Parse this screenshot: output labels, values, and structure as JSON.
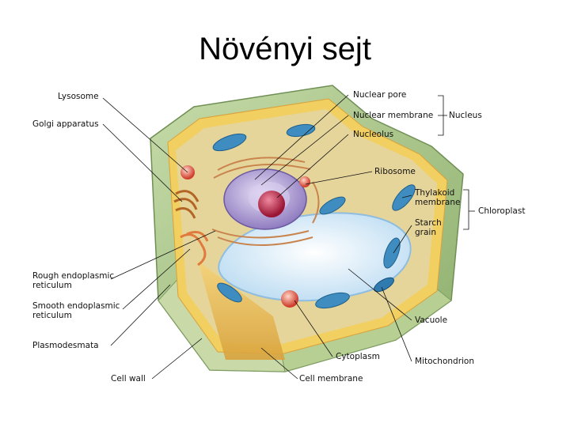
{
  "title": "Növényi sejt",
  "labels": {
    "lysosome": "Lysosome",
    "golgi": "Golgi apparatus",
    "rough_er": "Rough endoplasmic reticulum",
    "smooth_er": "Smooth endoplasmic reticulum",
    "plasmodesmata": "Plasmodesmata",
    "cell_wall": "Cell wall",
    "nuclear_pore": "Nuclear pore",
    "nuclear_membrane": "Nuclear membrane",
    "nucleolus": "Nucleolus",
    "nucleus": "Nucleus",
    "ribosome": "Ribosome",
    "thylakoid": "Thylakoid membrane",
    "starch": "Starch grain",
    "chloroplast": "Chloroplast",
    "vacuole": "Vacuole",
    "cytoplasm": "Cytoplasm",
    "mitochondrion": "Mitochondrion",
    "cell_membrane": "Cell membrane"
  },
  "colors": {
    "wall_outer": "#a9c58a",
    "wall_dark": "#7f9e63",
    "membrane_yellow": "#f2c84b",
    "cytoplasm": "#e7d79a",
    "vacuole": "#cfe6f6",
    "vacuole_edge": "#8fbde0",
    "nucleus": "#b9a8d8",
    "nucleolus": "#b0213f",
    "chloroplast": "#3a86b8",
    "golgi": "#c87a2f",
    "er": "#e09060",
    "lysosome": "#d94a3a"
  }
}
